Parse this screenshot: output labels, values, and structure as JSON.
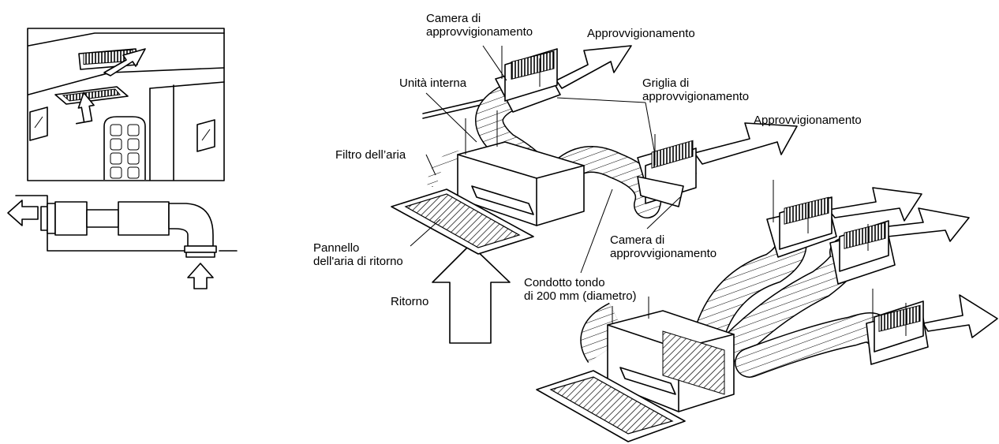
{
  "labels": {
    "supply_chamber_top": [
      "Camera di",
      "approvvigionamento"
    ],
    "supply_1": "Approvvigionamento",
    "indoor_unit": "Unità interna",
    "supply_grille": [
      "Griglia di",
      "approvvigionamento"
    ],
    "supply_2": "Approvvigionamento",
    "air_filter": "Filtro dell’aria",
    "supply_chamber_mid": [
      "Camera di",
      "approvvigionamento"
    ],
    "return_panel": [
      "Pannello",
      "dell'aria di ritorno"
    ],
    "round_duct": [
      "Condotto tondo",
      "di 200 mm (diametro)"
    ],
    "return": "Ritorno"
  }
}
